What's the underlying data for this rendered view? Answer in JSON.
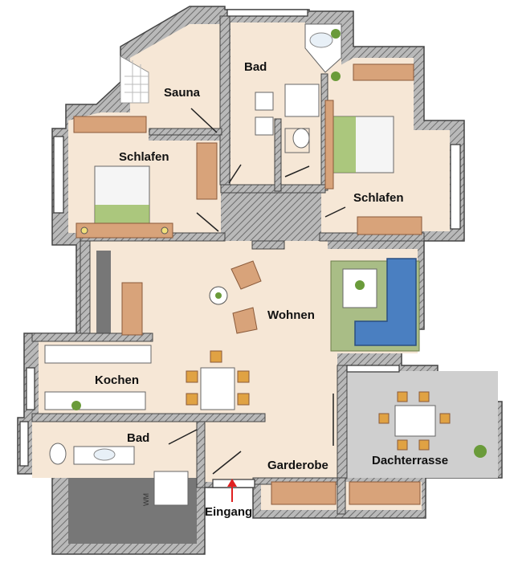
{
  "colors": {
    "wall_hatch": "#8f8f8f",
    "wall_stroke": "#444444",
    "floor": "#f6e7d6",
    "terrace": "#cfcfcf",
    "utility": "#777777",
    "furniture_brown": "#d8a37a",
    "bed_green": "#8bb34a",
    "sofa_blue": "#4a7fc1",
    "chair_orange": "#e0a243",
    "rug_green": "#a9bd86",
    "entry_arrow": "#e02020"
  },
  "rooms": {
    "sauna": "Sauna",
    "bad_top": "Bad",
    "schlafen_left": "Schlafen",
    "schlafen_right": "Schlafen",
    "wohnen": "Wohnen",
    "kochen": "Kochen",
    "bad_bottom": "Bad",
    "garderobe": "Garderobe",
    "dachterrasse": "Dachterrasse"
  },
  "entrance": "Eingang",
  "wm": "WM"
}
